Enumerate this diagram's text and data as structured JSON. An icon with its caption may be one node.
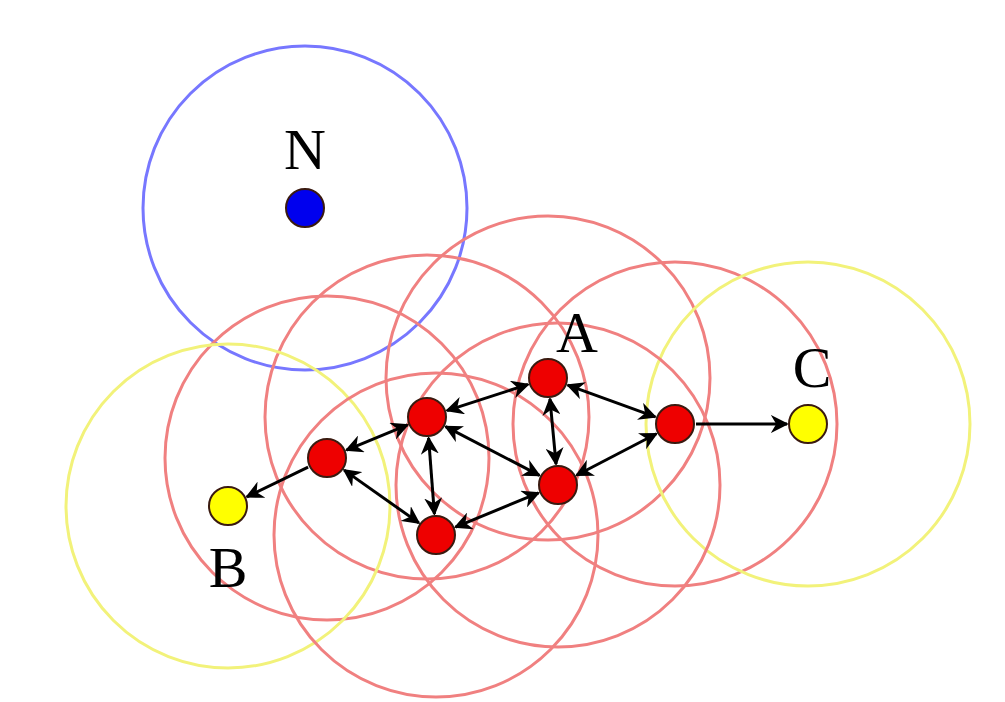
{
  "diagram": {
    "nodes": [
      {
        "text": [],
        "shape": "circle",
        "beside": [
          "N"
        ]
      },
      {
        "text": [],
        "shape": "circle",
        "beside": [
          "A"
        ]
      },
      {
        "text": [],
        "shape": "circle"
      },
      {
        "text": [],
        "shape": "circle"
      },
      {
        "text": [],
        "shape": "circle",
        "beside": [
          "C"
        ]
      },
      {
        "text": [],
        "shape": "circle"
      },
      {
        "text": [],
        "shape": "circle"
      },
      {
        "text": [],
        "shape": "circle",
        "beside": [
          "B"
        ]
      },
      {
        "text": [],
        "shape": "circle"
      }
    ],
    "edges": [
      {
        "from": 1,
        "to": 2,
        "arrow": "both"
      },
      {
        "from": 1,
        "to": 6,
        "arrow": "both"
      },
      {
        "from": 1,
        "to": 3,
        "arrow": "both"
      },
      {
        "from": 2,
        "to": 5,
        "arrow": "both"
      },
      {
        "from": 2,
        "to": 6,
        "arrow": "both"
      },
      {
        "from": 2,
        "to": 8,
        "arrow": "both"
      },
      {
        "from": 5,
        "to": 8,
        "arrow": "both"
      },
      {
        "from": 8,
        "to": 6,
        "arrow": "both"
      },
      {
        "from": 6,
        "to": 3,
        "arrow": "both"
      },
      {
        "from": 5,
        "to": 7,
        "arrow": "to"
      },
      {
        "from": 3,
        "to": 4,
        "arrow": "to"
      }
    ]
  }
}
